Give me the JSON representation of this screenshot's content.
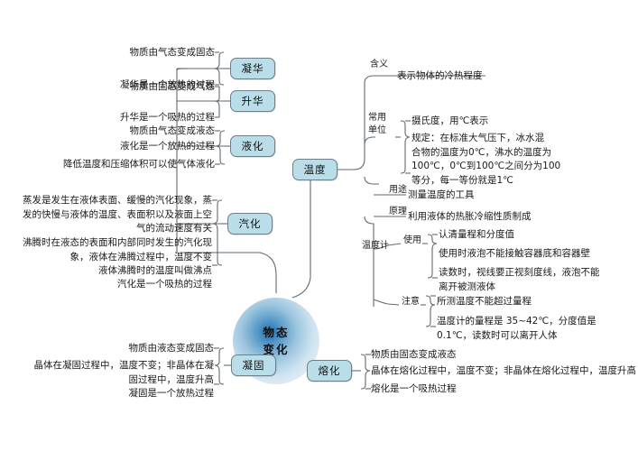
{
  "diagram": {
    "title": "物态变化",
    "center": {
      "line1": "物态",
      "line2": "变化"
    },
    "colors": {
      "node_fill": "#b9dee9",
      "node_border": "#6f7f87",
      "wire": "#5f6a70",
      "center_core": "#1f6fae"
    },
    "nodes": {
      "ninghua": "凝华",
      "shenghua": "升华",
      "yehua": "液化",
      "qihua": "汽化",
      "ninggu": "凝固",
      "ronghua": "熔化",
      "wendu": "温度"
    },
    "plain_nodes": {
      "hanyi": "含义",
      "changyong_danwei": "常用\n单位",
      "wendu_ji": "温度计",
      "yongtu": "用途",
      "yuanli": "原理",
      "shiyong": "使用",
      "zhuyi": "注意"
    },
    "branches": {
      "ninghua_items": [
        "物质由气态变成固态",
        "凝华是一个放热的过程"
      ],
      "shenghua_items": [
        "物质由固态变成气态",
        "升华是一个吸热的过程"
      ],
      "yehua_items": [
        "物质由气态变成液态",
        "液化是一个放热的过程",
        "降低温度和压缩体积可以使气体液化"
      ],
      "qihua_items": [
        "蒸发是发生在液体表面、缓慢的汽化现象，蒸\n发的快慢与液体的温度、表面积以及液面上空\n气的流动速度有关",
        "沸腾时在液态的表面和内部同时发生的汽化现\n象，液体在沸腾过程中，温度不变",
        "液体沸腾时的温度叫做沸点",
        "汽化是一个吸热的过程"
      ],
      "ninggu_items": [
        "物质由液态变成固态",
        "晶体在凝固过程中，温度不变；非晶体在凝\n固过程中，温度升高",
        "凝固是一个放热过程"
      ],
      "ronghua_items": [
        "物质由固态变成液态",
        "晶体在熔化过程中，温度不变；非晶体在熔化过程中，温度升高",
        "熔化是一个吸热过程"
      ],
      "hanyi_items": [
        "表示物体的冷热程度"
      ],
      "danwei_items": [
        "摄氏度，用℃表示",
        "规定：在标准大气压下，冰水混\n合物的温度为0℃，沸水的温度为\n100℃，0℃到100℃之间分为100\n等分，每一等份就是1℃"
      ],
      "yongtu_items": [
        "测量温度的工具"
      ],
      "yuanli_items": [
        "利用液体的热胀冷缩性质制成"
      ],
      "shiyong_items": [
        "认清量程和分度值",
        "使用时液泡不能接触容器底和容器壁",
        "读数时，视线要正视刻度线，液泡不能\n离开被测液体"
      ],
      "zhuyi_items": [
        "所测温度不能超过量程",
        "温度计的量程是 35~42℃，分度值是\n0.1℃，读数时可以离开人体"
      ]
    }
  }
}
